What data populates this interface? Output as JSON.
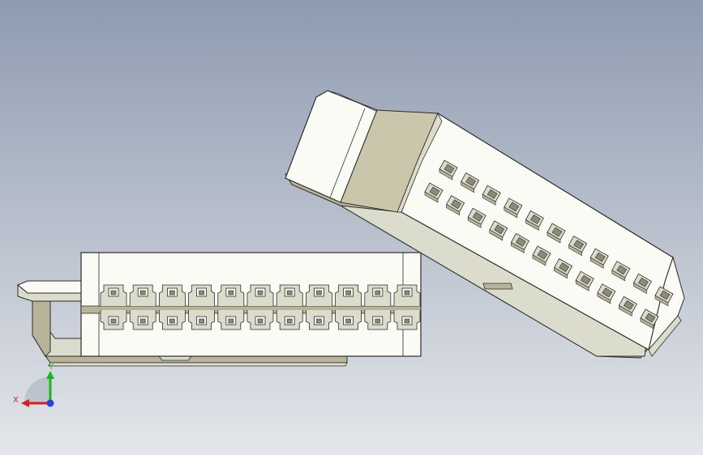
{
  "viewport": {
    "background_top": "#8e9bb0",
    "background_bottom": "#e4e6ea"
  },
  "colors": {
    "body_face": "#fbfbf5",
    "body_shadow": "#dcdccd",
    "body_dark": "#b7b49b",
    "olive_face": "#c9c6ac",
    "slot_dark": "#8c8a78",
    "edge": "#2d2d2a"
  },
  "connector_left": {
    "pin_columns": 11,
    "pin_rows": 2
  },
  "connector_right": {
    "pin_columns": 11,
    "pin_rows": 2
  },
  "triad": {
    "x_label": "X",
    "y_label": "Y",
    "x_color": "#d81e1e",
    "y_color": "#18b818",
    "z_color": "#2a3fd8"
  }
}
